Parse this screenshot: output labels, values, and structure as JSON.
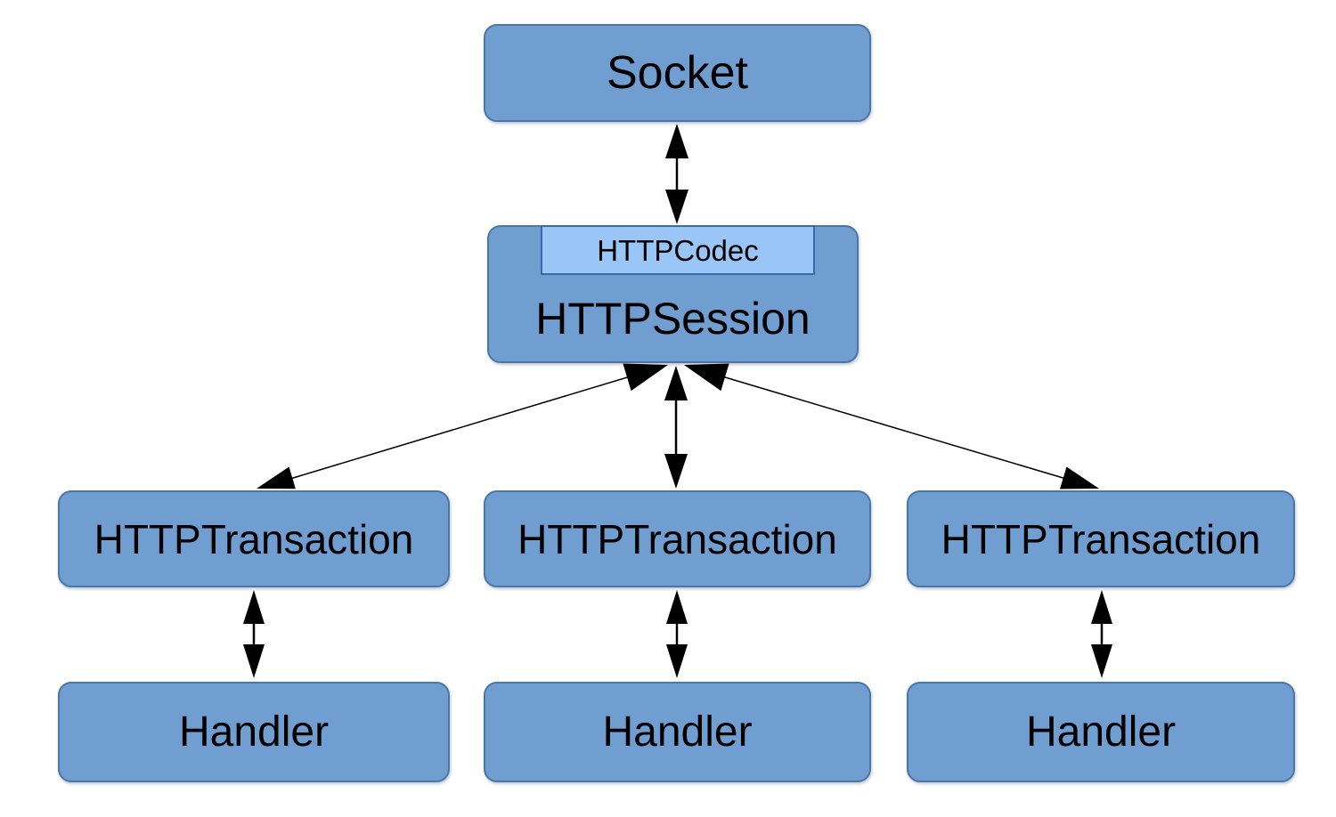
{
  "diagram": {
    "nodes": {
      "socket": {
        "label": "Socket"
      },
      "session": {
        "label": "HTTPSession"
      },
      "codec": {
        "label": "HTTPCodec"
      },
      "transactions": [
        {
          "label": "HTTPTransaction"
        },
        {
          "label": "HTTPTransaction"
        },
        {
          "label": "HTTPTransaction"
        }
      ],
      "handlers": [
        {
          "label": "Handler"
        },
        {
          "label": "Handler"
        },
        {
          "label": "Handler"
        }
      ]
    },
    "connectors": [
      {
        "from": "Socket",
        "to": "HTTPSession",
        "style": "double-headed-arrow"
      },
      {
        "from": "HTTPSession",
        "to": "HTTPTransaction-1",
        "style": "double-headed-arrow"
      },
      {
        "from": "HTTPSession",
        "to": "HTTPTransaction-2",
        "style": "double-headed-arrow"
      },
      {
        "from": "HTTPSession",
        "to": "HTTPTransaction-3",
        "style": "double-headed-arrow"
      },
      {
        "from": "HTTPTransaction-1",
        "to": "Handler-1",
        "style": "double-headed-arrow"
      },
      {
        "from": "HTTPTransaction-2",
        "to": "Handler-2",
        "style": "double-headed-arrow"
      },
      {
        "from": "HTTPTransaction-3",
        "to": "Handler-3",
        "style": "double-headed-arrow"
      }
    ]
  },
  "theme": {
    "background": "#ffffff",
    "node_fill": "#719ed0",
    "node_border": "#4a76a8",
    "codec_fill": "#9ac6f7",
    "codec_border": "#3a6aa5",
    "arrow_color": "#000000",
    "text_color": "#000000"
  }
}
